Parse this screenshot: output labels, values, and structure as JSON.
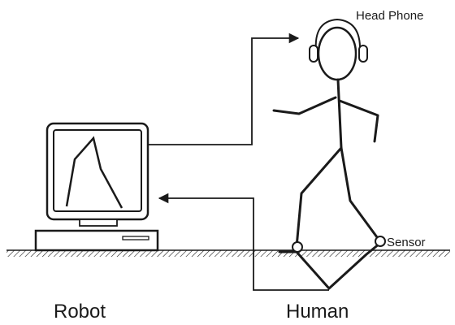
{
  "labels": {
    "head_phone": "Head Phone",
    "sensor": "Sensor",
    "robot": "Robot",
    "human": "Human"
  },
  "colors": {
    "ink": "#1a1a1a",
    "screen_fill": "#ffffff"
  },
  "icons": {
    "headphone": "headphone-icon",
    "sensor": "sensor-icon",
    "computer": "computer-monitor-icon"
  }
}
